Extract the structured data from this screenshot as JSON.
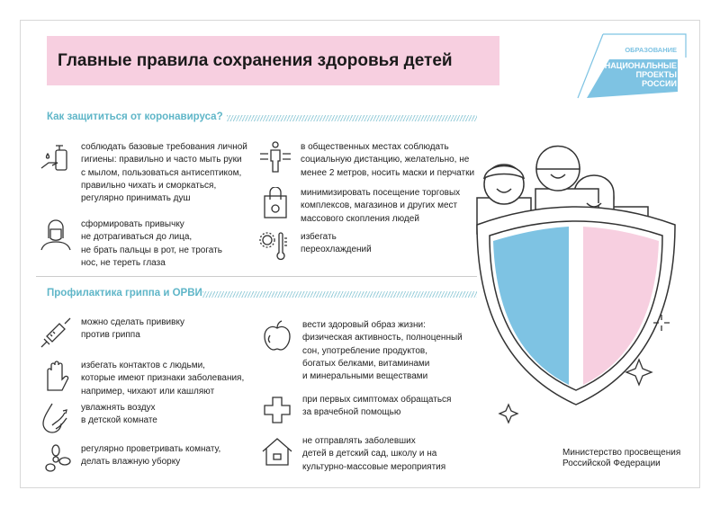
{
  "title": "Главные правила сохранения здоровья детей",
  "logo": {
    "top": "ОБРАЗОВАНИЕ",
    "line1": "НАЦИОНАЛЬНЫЕ",
    "line2": "ПРОЕКТЫ",
    "line3": "РОССИИ"
  },
  "sections": [
    {
      "heading": "Как защититься от коронавируса?",
      "items": [
        {
          "icon": "hand-wash-icon",
          "text": "соблюдать базовые требования личной\nгигиены: правильно и часто мыть руки\nс мылом, пользоваться антисептиком,\nправильно чихать и сморкаться,\nрегулярно принимать душ"
        },
        {
          "icon": "face-mask-icon",
          "text": "сформировать привычку\nне дотрагиваться до лица,\nне брать пальцы в рот, не трогать\nнос, не тереть глаза"
        },
        {
          "icon": "social-distance-icon",
          "text": "в общественных местах соблюдать\nсоциальную дистанцию, желательно, не\nменее 2 метров, носить маски и перчатки"
        },
        {
          "icon": "shopping-bag-icon",
          "text": "минимизировать посещение торговых\nкомплексов, магазинов и других мест\nмассового скопления людей"
        },
        {
          "icon": "thermometer-icon",
          "text": "избегать\nпереохлаждений"
        }
      ]
    },
    {
      "heading": "Профилактика гриппа и ОРВИ",
      "items": [
        {
          "icon": "syringe-icon",
          "text": "можно сделать прививку\nпротив гриппа"
        },
        {
          "icon": "hand-stop-icon",
          "text": "избегать контактов с людьми,\nкоторые имеют признаки заболевания,\nнапример, чихают или кашляют"
        },
        {
          "icon": "humidifier-icon",
          "text": "увлажнять воздух\nв детской комнате"
        },
        {
          "icon": "fan-icon",
          "text": "регулярно проветривать комнату,\nделать влажную уборку"
        },
        {
          "icon": "apple-icon",
          "text": "вести здоровый образ жизни:\nфизическая активность, полноценный\nсон, употребление продуктов,\nбогатых белками, витаминами\nи минеральными веществами"
        },
        {
          "icon": "medical-cross-icon",
          "text": "при первых симптомах обращаться\nза врачебной помощью"
        },
        {
          "icon": "house-icon",
          "text": "не отправлять заболевших\nдетей в детский сад, школу и на\nкультурно-массовые мероприятия"
        }
      ]
    }
  ],
  "footer": "Министерство просвещения\nРоссийской Федерации",
  "colors": {
    "pink": "#f7cfe0",
    "blue": "#7ec3e3",
    "teal": "#5fb6c8"
  }
}
